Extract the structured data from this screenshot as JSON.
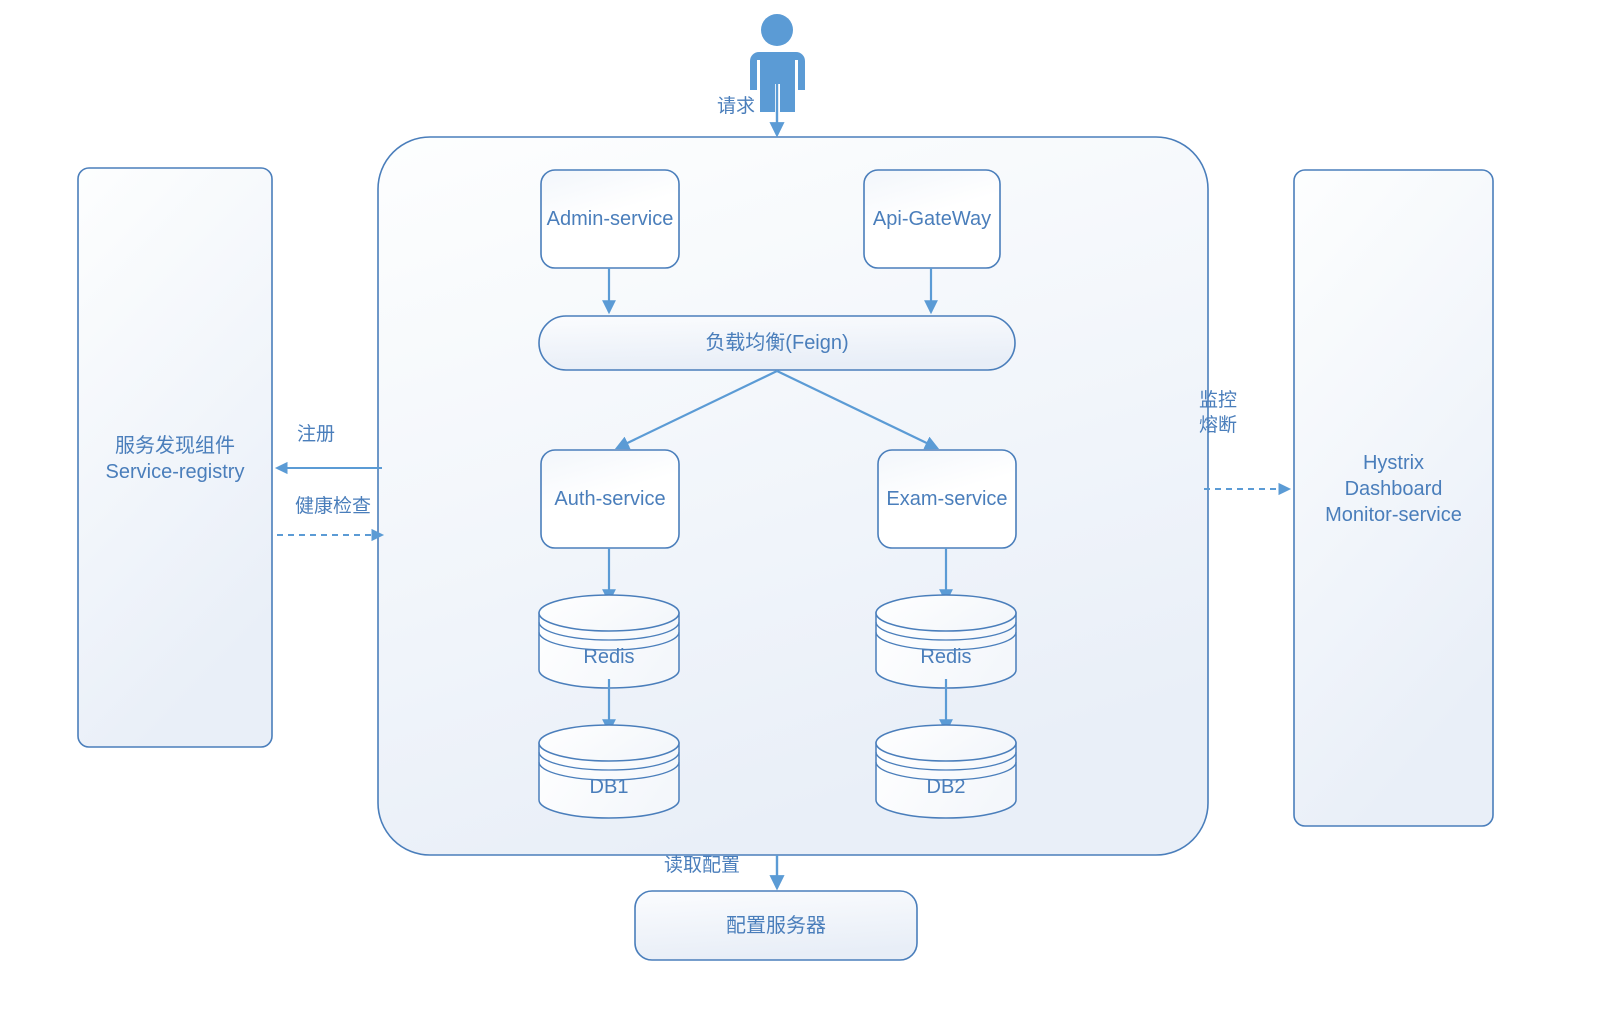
{
  "diagram": {
    "title": "Microservice Architecture Diagram",
    "colors": {
      "stroke": "#4a7ebb",
      "text": "#4a7ebb",
      "icon_fill": "#5b9bd5",
      "panel_fill_top": "#fdfdfe",
      "panel_fill_bottom": "#eaeff7",
      "background": "#ffffff"
    }
  },
  "actor": {
    "name": "user-actor",
    "icon": "person-icon"
  },
  "edges": {
    "request": "请求",
    "register": "注册",
    "health_check": "健康检查",
    "monitor": "监控\n熔断",
    "read_config": "读取配置"
  },
  "left_panel": {
    "line1": "服务发现组件",
    "line2": "Service-registry"
  },
  "right_panel": {
    "line1": "Hystrix",
    "line2": "Dashboard",
    "line3": "Monitor-service"
  },
  "cluster": {
    "services": [
      {
        "id": "admin-service",
        "label": "Admin-service"
      },
      {
        "id": "api-gateway",
        "label": "Api-GateWay"
      }
    ],
    "load_balancer": {
      "id": "load-balancer",
      "label": "负载均衡(Feign)"
    },
    "downstream": [
      {
        "id": "auth-service",
        "label": "Auth-service"
      },
      {
        "id": "exam-service",
        "label": "Exam-service"
      }
    ],
    "caches": [
      {
        "id": "redis-left",
        "label": "Redis"
      },
      {
        "id": "redis-right",
        "label": "Redis"
      }
    ],
    "databases": [
      {
        "id": "db1",
        "label": "DB1"
      },
      {
        "id": "db2",
        "label": "DB2"
      }
    ]
  },
  "config_server": {
    "id": "config-server",
    "label": "配置服务器"
  }
}
